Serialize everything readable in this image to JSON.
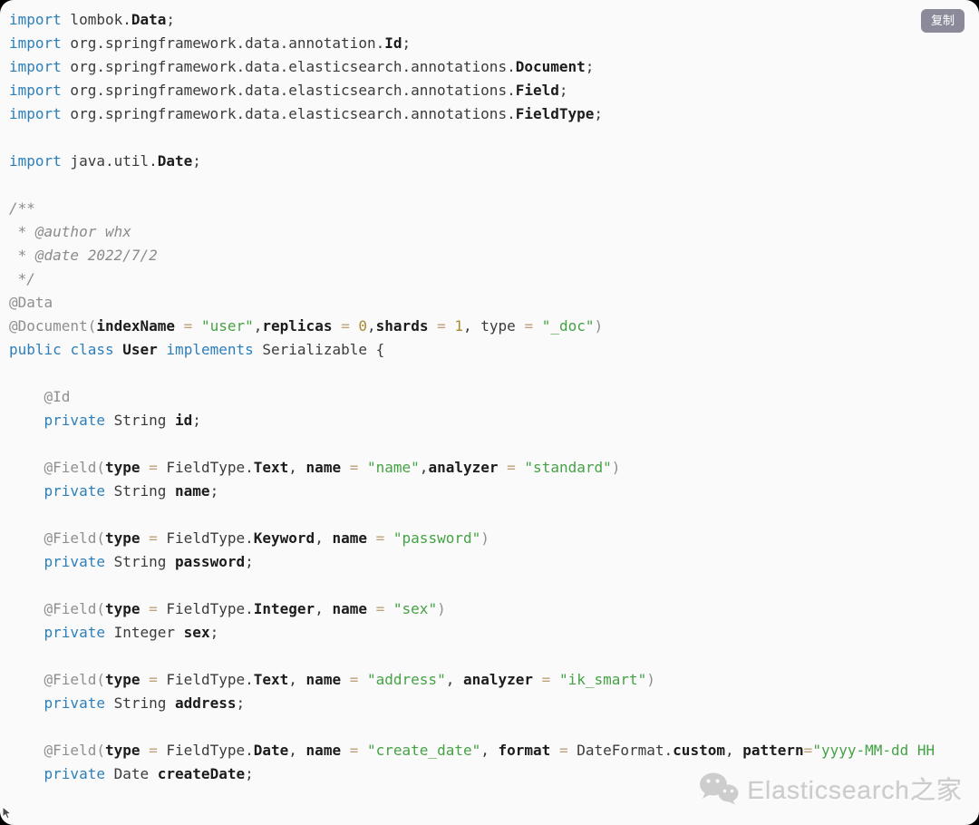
{
  "colors": {
    "card-bg": "#fafafa",
    "keyword": "#2d7fba",
    "plain": "#3b3b3b",
    "bold": "#1c1c1c",
    "annotation": "#8f8f8f",
    "comment": "#8b8b8b",
    "string": "#45a245",
    "number": "#a9882f",
    "operator": "#bfa078",
    "copy-bg": "#8a8a9b",
    "watermark": "#cccccc"
  },
  "copy_button": {
    "label": "复制"
  },
  "watermark": {
    "text": "Elasticsearch之家",
    "icon": "wechat-icon"
  },
  "code": {
    "language": "java",
    "lines": [
      [
        [
          "kw",
          "import"
        ],
        [
          "pln",
          " lombok."
        ],
        [
          "cls",
          "Data"
        ],
        [
          "pln",
          ";"
        ]
      ],
      [
        [
          "kw",
          "import"
        ],
        [
          "pln",
          " org.springframework.data.annotation."
        ],
        [
          "cls",
          "Id"
        ],
        [
          "pln",
          ";"
        ]
      ],
      [
        [
          "kw",
          "import"
        ],
        [
          "pln",
          " org.springframework.data.elasticsearch.annotations."
        ],
        [
          "cls",
          "Document"
        ],
        [
          "pln",
          ";"
        ]
      ],
      [
        [
          "kw",
          "import"
        ],
        [
          "pln",
          " org.springframework.data.elasticsearch.annotations."
        ],
        [
          "cls",
          "Field"
        ],
        [
          "pln",
          ";"
        ]
      ],
      [
        [
          "kw",
          "import"
        ],
        [
          "pln",
          " org.springframework.data.elasticsearch.annotations."
        ],
        [
          "cls",
          "FieldType"
        ],
        [
          "pln",
          ";"
        ]
      ],
      [],
      [
        [
          "kw",
          "import"
        ],
        [
          "pln",
          " java.util."
        ],
        [
          "cls",
          "Date"
        ],
        [
          "pln",
          ";"
        ]
      ],
      [],
      [
        [
          "cmt",
          "/**"
        ]
      ],
      [
        [
          "cmt",
          " * @author whx"
        ]
      ],
      [
        [
          "cmt",
          " * @date 2022/7/2"
        ]
      ],
      [
        [
          "cmt",
          " */"
        ]
      ],
      [
        [
          "ann",
          "@Data"
        ]
      ],
      [
        [
          "ann",
          "@Document("
        ],
        [
          "fld",
          "indexName"
        ],
        [
          "pln",
          " "
        ],
        [
          "op",
          "="
        ],
        [
          "pln",
          " "
        ],
        [
          "str",
          "\"user\""
        ],
        [
          "pln",
          ","
        ],
        [
          "fld",
          "replicas"
        ],
        [
          "pln",
          " "
        ],
        [
          "op",
          "="
        ],
        [
          "pln",
          " "
        ],
        [
          "num",
          "0"
        ],
        [
          "pln",
          ","
        ],
        [
          "fld",
          "shards"
        ],
        [
          "pln",
          " "
        ],
        [
          "op",
          "="
        ],
        [
          "pln",
          " "
        ],
        [
          "num",
          "1"
        ],
        [
          "pln",
          ", type "
        ],
        [
          "op",
          "="
        ],
        [
          "pln",
          " "
        ],
        [
          "str",
          "\"_doc\""
        ],
        [
          "ann",
          ")"
        ]
      ],
      [
        [
          "kw",
          "public"
        ],
        [
          "pln",
          " "
        ],
        [
          "kw",
          "class"
        ],
        [
          "pln",
          " "
        ],
        [
          "cls",
          "User"
        ],
        [
          "pln",
          " "
        ],
        [
          "kw",
          "implements"
        ],
        [
          "pln",
          " Serializable {"
        ]
      ],
      [],
      [
        [
          "pln",
          "    "
        ],
        [
          "ann",
          "@Id"
        ]
      ],
      [
        [
          "pln",
          "    "
        ],
        [
          "kw",
          "private"
        ],
        [
          "pln",
          " String "
        ],
        [
          "fld",
          "id"
        ],
        [
          "pln",
          ";"
        ]
      ],
      [],
      [
        [
          "pln",
          "    "
        ],
        [
          "ann",
          "@Field("
        ],
        [
          "fld",
          "type"
        ],
        [
          "pln",
          " "
        ],
        [
          "op",
          "="
        ],
        [
          "pln",
          " FieldType."
        ],
        [
          "cls",
          "Text"
        ],
        [
          "pln",
          ", "
        ],
        [
          "fld",
          "name"
        ],
        [
          "pln",
          " "
        ],
        [
          "op",
          "="
        ],
        [
          "pln",
          " "
        ],
        [
          "str",
          "\"name\""
        ],
        [
          "pln",
          ","
        ],
        [
          "fld",
          "analyzer"
        ],
        [
          "pln",
          " "
        ],
        [
          "op",
          "="
        ],
        [
          "pln",
          " "
        ],
        [
          "str",
          "\"standard\""
        ],
        [
          "ann",
          ")"
        ]
      ],
      [
        [
          "pln",
          "    "
        ],
        [
          "kw",
          "private"
        ],
        [
          "pln",
          " String "
        ],
        [
          "fld",
          "name"
        ],
        [
          "pln",
          ";"
        ]
      ],
      [],
      [
        [
          "pln",
          "    "
        ],
        [
          "ann",
          "@Field("
        ],
        [
          "fld",
          "type"
        ],
        [
          "pln",
          " "
        ],
        [
          "op",
          "="
        ],
        [
          "pln",
          " FieldType."
        ],
        [
          "cls",
          "Keyword"
        ],
        [
          "pln",
          ", "
        ],
        [
          "fld",
          "name"
        ],
        [
          "pln",
          " "
        ],
        [
          "op",
          "="
        ],
        [
          "pln",
          " "
        ],
        [
          "str",
          "\"password\""
        ],
        [
          "ann",
          ")"
        ]
      ],
      [
        [
          "pln",
          "    "
        ],
        [
          "kw",
          "private"
        ],
        [
          "pln",
          " String "
        ],
        [
          "fld",
          "password"
        ],
        [
          "pln",
          ";"
        ]
      ],
      [],
      [
        [
          "pln",
          "    "
        ],
        [
          "ann",
          "@Field("
        ],
        [
          "fld",
          "type"
        ],
        [
          "pln",
          " "
        ],
        [
          "op",
          "="
        ],
        [
          "pln",
          " FieldType."
        ],
        [
          "cls",
          "Integer"
        ],
        [
          "pln",
          ", "
        ],
        [
          "fld",
          "name"
        ],
        [
          "pln",
          " "
        ],
        [
          "op",
          "="
        ],
        [
          "pln",
          " "
        ],
        [
          "str",
          "\"sex\""
        ],
        [
          "ann",
          ")"
        ]
      ],
      [
        [
          "pln",
          "    "
        ],
        [
          "kw",
          "private"
        ],
        [
          "pln",
          " Integer "
        ],
        [
          "fld",
          "sex"
        ],
        [
          "pln",
          ";"
        ]
      ],
      [],
      [
        [
          "pln",
          "    "
        ],
        [
          "ann",
          "@Field("
        ],
        [
          "fld",
          "type"
        ],
        [
          "pln",
          " "
        ],
        [
          "op",
          "="
        ],
        [
          "pln",
          " FieldType."
        ],
        [
          "cls",
          "Text"
        ],
        [
          "pln",
          ", "
        ],
        [
          "fld",
          "name"
        ],
        [
          "pln",
          " "
        ],
        [
          "op",
          "="
        ],
        [
          "pln",
          " "
        ],
        [
          "str",
          "\"address\""
        ],
        [
          "pln",
          ", "
        ],
        [
          "fld",
          "analyzer"
        ],
        [
          "pln",
          " "
        ],
        [
          "op",
          "="
        ],
        [
          "pln",
          " "
        ],
        [
          "str",
          "\"ik_smart\""
        ],
        [
          "ann",
          ")"
        ]
      ],
      [
        [
          "pln",
          "    "
        ],
        [
          "kw",
          "private"
        ],
        [
          "pln",
          " String "
        ],
        [
          "fld",
          "address"
        ],
        [
          "pln",
          ";"
        ]
      ],
      [],
      [
        [
          "pln",
          "    "
        ],
        [
          "ann",
          "@Field("
        ],
        [
          "fld",
          "type"
        ],
        [
          "pln",
          " "
        ],
        [
          "op",
          "="
        ],
        [
          "pln",
          " FieldType."
        ],
        [
          "cls",
          "Date"
        ],
        [
          "pln",
          ", "
        ],
        [
          "fld",
          "name"
        ],
        [
          "pln",
          " "
        ],
        [
          "op",
          "="
        ],
        [
          "pln",
          " "
        ],
        [
          "str",
          "\"create_date\""
        ],
        [
          "pln",
          ", "
        ],
        [
          "fld",
          "format"
        ],
        [
          "pln",
          " "
        ],
        [
          "op",
          "="
        ],
        [
          "pln",
          " DateFormat."
        ],
        [
          "fld",
          "custom"
        ],
        [
          "pln",
          ", "
        ],
        [
          "fld",
          "pattern"
        ],
        [
          "op",
          "="
        ],
        [
          "str",
          "\"yyyy-MM-dd HH"
        ]
      ],
      [
        [
          "pln",
          "    "
        ],
        [
          "kw",
          "private"
        ],
        [
          "pln",
          " Date "
        ],
        [
          "fld",
          "createDate"
        ],
        [
          "pln",
          ";"
        ]
      ]
    ]
  }
}
